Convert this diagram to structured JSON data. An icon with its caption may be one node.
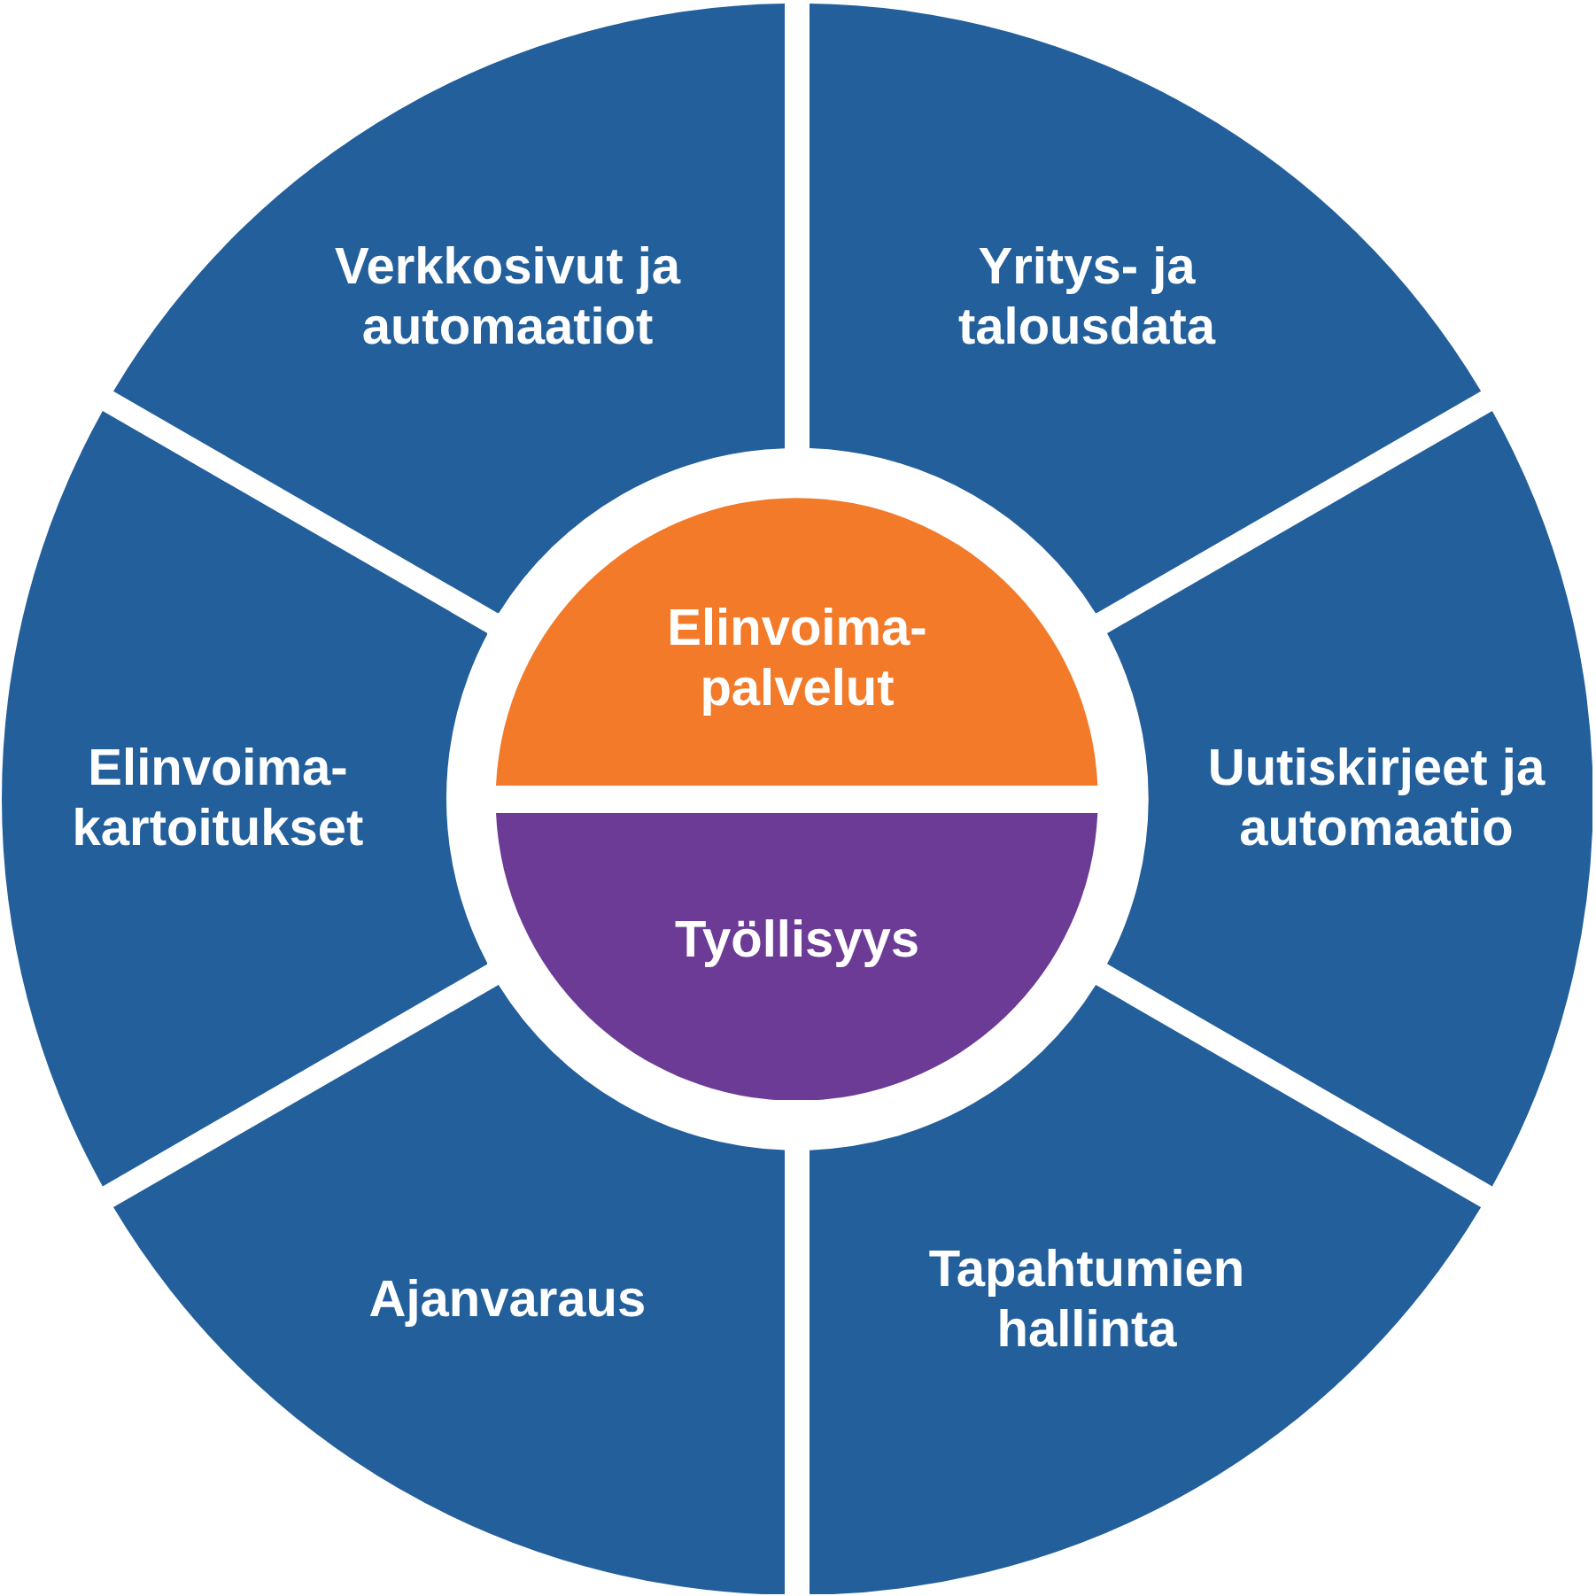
{
  "diagram": {
    "nodes": [
      {
        "text": [
          "Verkkosivut ja automaatiot"
        ]
      },
      {
        "text": [
          "Yritys- ja talousdata"
        ]
      },
      {
        "text": [
          "Elinvoima-palvelut"
        ]
      },
      {
        "text": [
          "Elinvoima-kartoitukset"
        ]
      },
      {
        "text": [
          "Uutiskirjeet ja automaatio"
        ]
      },
      {
        "text": [
          "Työllisyys"
        ]
      },
      {
        "text": [
          "Ajanvaraus"
        ]
      },
      {
        "text": [
          "Tapahtumien hallinta"
        ]
      }
    ]
  }
}
